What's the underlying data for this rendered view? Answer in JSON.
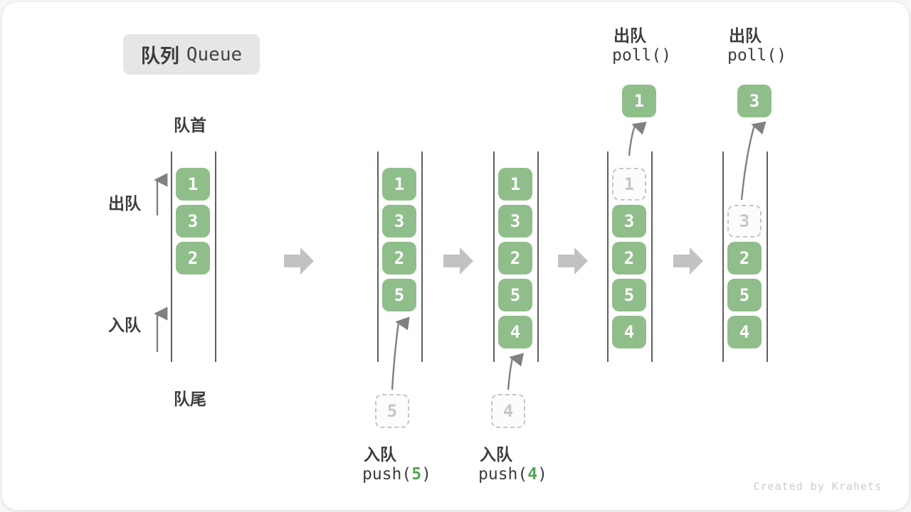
{
  "title": {
    "zh": "队列",
    "en": "Queue"
  },
  "labels": {
    "front": "队首",
    "rear": "队尾",
    "dequeue": "出队",
    "enqueue": "入队"
  },
  "watermark": "Created by Krahets",
  "colors": {
    "box_green": "#8FBE8A",
    "accent_green": "#55A555",
    "dashed_gray": "#c6c6c6",
    "block_arrow_gray": "#c2c2c2",
    "thin_arrow_gray": "#808080",
    "badge_bg": "#e6e6e6"
  },
  "queues": [
    {
      "name": "initial",
      "cells": [
        {
          "value": "1",
          "slot": 0,
          "state": "filled"
        },
        {
          "value": "3",
          "slot": 1,
          "state": "filled"
        },
        {
          "value": "2",
          "slot": 2,
          "state": "filled"
        }
      ]
    },
    {
      "name": "after-push-5",
      "cells": [
        {
          "value": "1",
          "slot": 0,
          "state": "filled"
        },
        {
          "value": "3",
          "slot": 1,
          "state": "filled"
        },
        {
          "value": "2",
          "slot": 2,
          "state": "filled"
        },
        {
          "value": "5",
          "slot": 3,
          "state": "filled"
        }
      ],
      "pending": "5",
      "op": {
        "label": "入队",
        "code": [
          "push(",
          "5",
          ")"
        ]
      }
    },
    {
      "name": "after-push-4",
      "cells": [
        {
          "value": "1",
          "slot": 0,
          "state": "filled"
        },
        {
          "value": "3",
          "slot": 1,
          "state": "filled"
        },
        {
          "value": "2",
          "slot": 2,
          "state": "filled"
        },
        {
          "value": "5",
          "slot": 3,
          "state": "filled"
        },
        {
          "value": "4",
          "slot": 4,
          "state": "filled"
        }
      ],
      "pending": "4",
      "op": {
        "label": "入队",
        "code": [
          "push(",
          "4",
          ")"
        ]
      }
    },
    {
      "name": "after-poll-1",
      "cells": [
        {
          "value": "1",
          "slot": 0,
          "state": "removed"
        },
        {
          "value": "3",
          "slot": 1,
          "state": "filled"
        },
        {
          "value": "2",
          "slot": 2,
          "state": "filled"
        },
        {
          "value": "5",
          "slot": 3,
          "state": "filled"
        },
        {
          "value": "4",
          "slot": 4,
          "state": "filled"
        }
      ],
      "result": "1",
      "op": {
        "label": "出队",
        "code": [
          "poll()",
          "",
          ""
        ]
      }
    },
    {
      "name": "after-poll-3",
      "cells": [
        {
          "value": "3",
          "slot": 1,
          "state": "removed"
        },
        {
          "value": "2",
          "slot": 2,
          "state": "filled"
        },
        {
          "value": "5",
          "slot": 3,
          "state": "filled"
        },
        {
          "value": "4",
          "slot": 4,
          "state": "filled"
        }
      ],
      "result": "3",
      "op": {
        "label": "出队",
        "code": [
          "poll()",
          "",
          ""
        ]
      }
    }
  ]
}
